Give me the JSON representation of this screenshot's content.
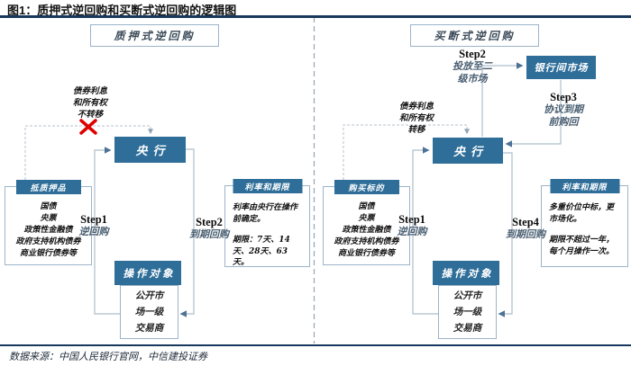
{
  "title": "图1：质押式逆回购和买断式逆回购的逻辑图",
  "footer": {
    "source": "数据来源：中国人民银行官网，中信建投证券"
  },
  "colors": {
    "accent": "#2e6e99",
    "rule": "#17375d",
    "cross": "#dd0000",
    "border": "#9cb4c8",
    "line": "#aebecb",
    "arrow": "#4d7296"
  },
  "left": {
    "header": "质押式逆回购",
    "central_bank": "央行",
    "note_lines": [
      "债券利息",
      "和所有权",
      "不转移"
    ],
    "collateral_box": {
      "title": "抵质押品",
      "items": [
        "国债",
        "央票",
        "政策性金融债",
        "政府支持机构债券",
        "商业银行债券等"
      ]
    },
    "rate_box": {
      "title": "利率和期限",
      "para1": "利率由央行在操作前确定。",
      "para2": "期限：7天、14天、28天、63天。"
    },
    "step1": {
      "label": "Step1",
      "desc": "逆回购"
    },
    "step2": {
      "label": "Step2",
      "desc": "到期回购"
    },
    "operation_target": "操作对象",
    "dealer_lines": [
      "公开市",
      "场一级",
      "交易商"
    ]
  },
  "right": {
    "header": "买断式逆回购",
    "central_bank": "央行",
    "interbank_market": "银行间市场",
    "note_lines": [
      "债券利息",
      "和所有权",
      "转移"
    ],
    "purchase_box": {
      "title": "购买标的",
      "items": [
        "国债",
        "央票",
        "政策性金融债",
        "政府支持机构债券",
        "商业银行债券等"
      ]
    },
    "rate_box": {
      "title": "利率和期限",
      "para1": "多重价位中标，更市场化。",
      "para2": "期限不超过一年，每个月操作一次。"
    },
    "step1": {
      "label": "Step1",
      "desc": "逆回购"
    },
    "step2": {
      "label": "Step2",
      "desc_lines": [
        "投放至二",
        "级市场"
      ]
    },
    "step3": {
      "label": "Step3",
      "desc_lines": [
        "协议到期",
        "前购回"
      ]
    },
    "step4": {
      "label": "Step4",
      "desc": "到期回购"
    },
    "operation_target": "操作对象",
    "dealer_lines": [
      "公开市",
      "场一级",
      "交易商"
    ]
  }
}
